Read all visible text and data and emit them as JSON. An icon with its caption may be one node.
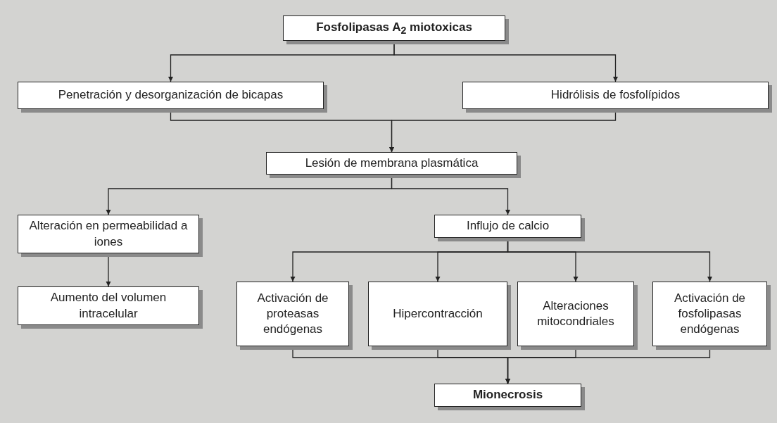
{
  "diagram": {
    "nodes": [
      {
        "text": [
          "Fosfolipasas A$_{2}$ miotoxicas"
        ]
      },
      {
        "text": [
          "Penetración y desorganización de bicapas"
        ]
      },
      {
        "text": [
          "Hidrólisis de fosfolípidos"
        ]
      },
      {
        "text": [
          "Lesión de membrana plasmática"
        ]
      },
      {
        "text": [
          "Alteración en permeabilidad a iones"
        ]
      },
      {
        "text": [
          "Aumento del volumen intracelular"
        ]
      },
      {
        "text": [
          "Influjo de calcio"
        ]
      },
      {
        "text": [
          "Activación de proteasas endógenas"
        ]
      },
      {
        "text": [
          "Hipercontracción"
        ]
      },
      {
        "text": [
          "Alteraciones mitocondriales"
        ]
      },
      {
        "text": [
          "Activación de fosfolipasas endógenas"
        ]
      },
      {
        "text": [
          "Mionecrosis"
        ]
      }
    ],
    "edges": [
      {
        "from": 0,
        "to": 1,
        "arrow": "to"
      },
      {
        "from": 0,
        "to": 2,
        "arrow": "to"
      },
      {
        "from": 1,
        "to": 3,
        "arrow": "to"
      },
      {
        "from": 2,
        "to": 3,
        "arrow": "to"
      },
      {
        "from": 3,
        "to": 4,
        "arrow": "to"
      },
      {
        "from": 3,
        "to": 6,
        "arrow": "to"
      },
      {
        "from": 4,
        "to": 5,
        "arrow": "to"
      },
      {
        "from": 6,
        "to": 7,
        "arrow": "to"
      },
      {
        "from": 6,
        "to": 8,
        "arrow": "to"
      },
      {
        "from": 6,
        "to": 9,
        "arrow": "to"
      },
      {
        "from": 6,
        "to": 10,
        "arrow": "to"
      },
      {
        "from": 7,
        "to": 11,
        "arrow": "to"
      },
      {
        "from": 8,
        "to": 11,
        "arrow": "to"
      },
      {
        "from": 9,
        "to": 11,
        "arrow": "to"
      },
      {
        "from": 10,
        "to": 11,
        "arrow": "to"
      }
    ]
  }
}
